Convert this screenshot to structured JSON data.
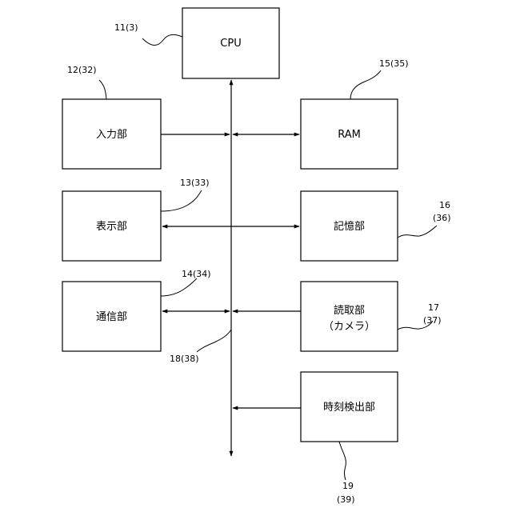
{
  "blocks": {
    "cpu": {
      "label": "CPU",
      "ref": "11(3)"
    },
    "input": {
      "label": "入力部",
      "ref": "12(32)"
    },
    "display": {
      "label": "表示部",
      "ref": "13(33)"
    },
    "comm": {
      "label": "通信部",
      "ref": "14(34)"
    },
    "ram": {
      "label": "RAM",
      "ref": "15(35)"
    },
    "storage": {
      "label": "記憶部",
      "ref_line1": "16",
      "ref_line2": "(36)"
    },
    "reader": {
      "label_line1": "読取部",
      "label_line2": "（カメラ）",
      "ref_line1": "17",
      "ref_line2": "(37)"
    },
    "time": {
      "label": "時刻検出部",
      "ref_line1": "19",
      "ref_line2": "(39)"
    }
  },
  "bus": {
    "ref": "18(38)"
  }
}
